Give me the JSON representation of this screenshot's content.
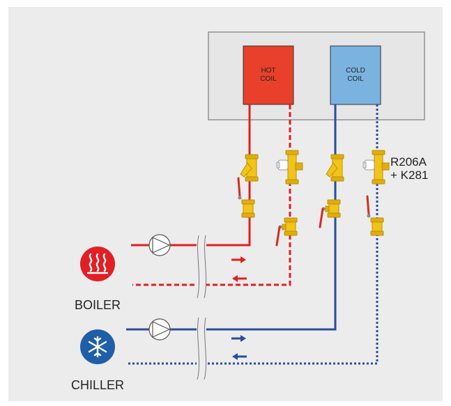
{
  "colors": {
    "panel": "#ececec",
    "hot": "#e41e1e",
    "cold": "#2a4d9c",
    "hot_coil_fill": "#e8402a",
    "cold_coil_fill": "#7ab3e0",
    "valve_brass": "#f2c318",
    "handle_red": "#d62b22",
    "boiler_icon": "#e31e24",
    "chiller_icon": "#1f5fa8"
  },
  "coils": {
    "hot_label_line1": "HOT",
    "hot_label_line2": "COIL",
    "cold_label_line1": "COLD",
    "cold_label_line2": "COIL"
  },
  "valve_label": {
    "line1": "R206A",
    "line2": "+ K281"
  },
  "sources": {
    "boiler": "BOILER",
    "chiller": "CHILLER"
  },
  "icons": {
    "boiler": "heat-waves-icon",
    "chiller": "snowflake-icon",
    "pump": "pump-icon",
    "strainer": "y-strainer-icon",
    "balancing_valve": "balancing-valve-icon",
    "ball_valve": "ball-valve-icon"
  }
}
